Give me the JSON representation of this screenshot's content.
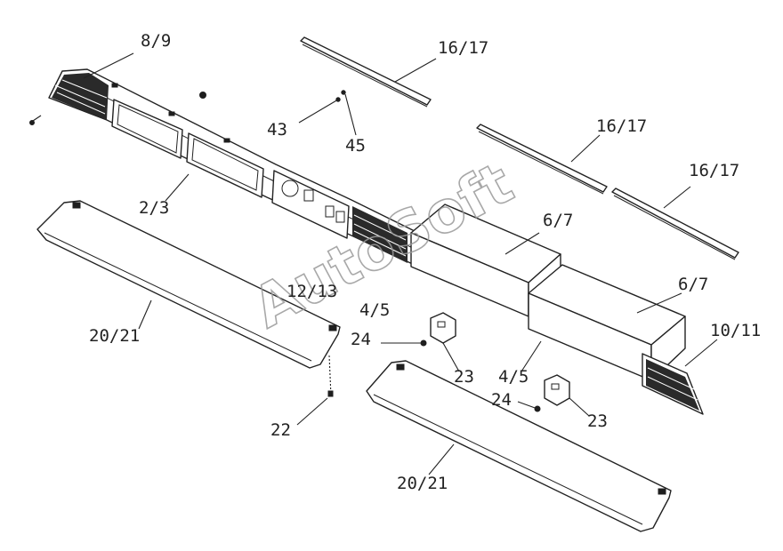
{
  "watermark": "AutoSoft",
  "callouts": [
    {
      "id": "c-8-9",
      "text": "8/9"
    },
    {
      "id": "c-16-17-a",
      "text": "16/17"
    },
    {
      "id": "c-43",
      "text": "43"
    },
    {
      "id": "c-45",
      "text": "45"
    },
    {
      "id": "c-16-17-b",
      "text": "16/17"
    },
    {
      "id": "c-16-17-c",
      "text": "16/17"
    },
    {
      "id": "c-2-3",
      "text": "2/3"
    },
    {
      "id": "c-6-7-a",
      "text": "6/7"
    },
    {
      "id": "c-6-7-b",
      "text": "6/7"
    },
    {
      "id": "c-12-13",
      "text": "12/13"
    },
    {
      "id": "c-4-5-a",
      "text": "4/5"
    },
    {
      "id": "c-20-21-a",
      "text": "20/21"
    },
    {
      "id": "c-24-a",
      "text": "24"
    },
    {
      "id": "c-23-a",
      "text": "23"
    },
    {
      "id": "c-10-11",
      "text": "10/11"
    },
    {
      "id": "c-4-5-b",
      "text": "4/5"
    },
    {
      "id": "c-24-b",
      "text": "24"
    },
    {
      "id": "c-23-b",
      "text": "23"
    },
    {
      "id": "c-22",
      "text": "22"
    },
    {
      "id": "c-20-21-b",
      "text": "20/21"
    }
  ]
}
